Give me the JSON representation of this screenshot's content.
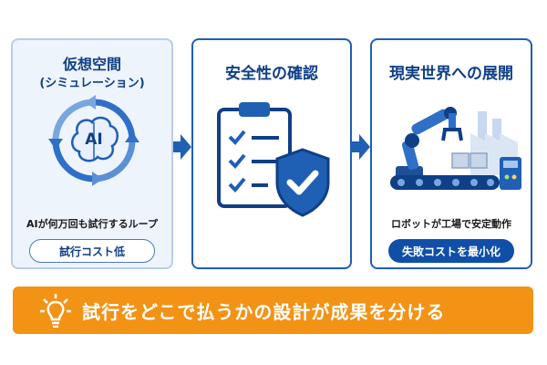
{
  "panels": [
    {
      "title_line1": "仮想空間",
      "title_line2": "(シミュレーション)",
      "icon_center_text": "AI",
      "caption": "AIが何万回も試行するループ",
      "pill": "試行コスト低"
    },
    {
      "title": "安全性の確認"
    },
    {
      "title": "現実世界への展開",
      "caption": "ロボットが工場で安定動作",
      "pill": "失敗コストを最小化"
    }
  ],
  "banner": {
    "text": "試行をどこで払うかの設計が成果を分ける"
  },
  "icons": {
    "loop": "brain-loop-icon",
    "checklist": "clipboard-checklist-icon",
    "shield": "shield-check-icon",
    "robot": "robot-arm-factory-icon",
    "bulb": "lightbulb-icon"
  },
  "colors": {
    "primary": "#1f5fb4",
    "dark": "#0f3f86",
    "accent": "#f29316",
    "light_panel": "#eef4fc"
  }
}
